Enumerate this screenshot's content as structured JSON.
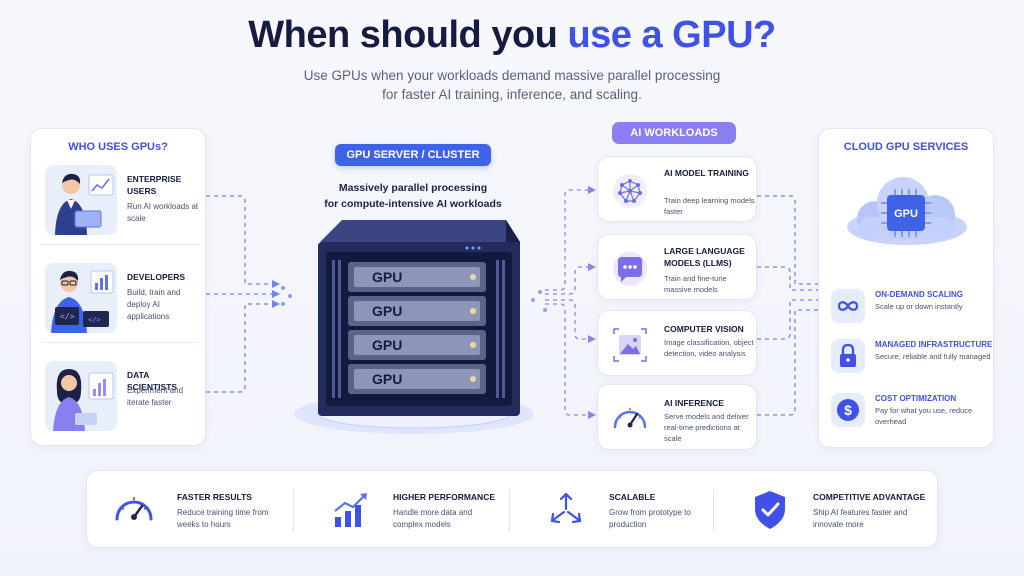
{
  "header": {
    "title_part1": "When should you ",
    "title_accent": "use a GPU?",
    "subtitle_line1": "Use GPUs when your workloads demand massive parallel processing",
    "subtitle_line2": "for faster AI training, inference, and scaling."
  },
  "who_uses": {
    "title": "WHO USES GPUs?",
    "items": [
      {
        "title": "ENTERPRISE USERS",
        "desc": "Run AI workloads at scale",
        "icon": "enterprise-user-illustration"
      },
      {
        "title": "DEVELOPERS",
        "desc": "Build, train and deploy AI applications",
        "icon": "developer-illustration"
      },
      {
        "title": "DATA SCIENTISTS",
        "desc": "Experiment and iterate faster",
        "icon": "data-scientist-illustration"
      }
    ]
  },
  "gpu_server": {
    "pill": "GPU SERVER / CLUSTER",
    "desc_line1": "Massively parallel processing",
    "desc_line2": "for compute-intensive AI workloads",
    "unit_labels": [
      "GPU",
      "GPU",
      "GPU",
      "GPU"
    ]
  },
  "ai_workloads": {
    "title": "AI WORKLOADS",
    "items": [
      {
        "title": "AI MODEL TRAINING",
        "desc": "Train deep learning models faster",
        "icon": "brain-network-icon"
      },
      {
        "title": "LARGE LANGUAGE MODELS (LLMs)",
        "desc": "Train and fine-tune massive models",
        "icon": "chat-bubble-icon"
      },
      {
        "title": "COMPUTER VISION",
        "desc": "Image classification, object detection, video analysis",
        "icon": "image-icon"
      },
      {
        "title": "AI INFERENCE",
        "desc": "Serve models and deliver real-time predictions at scale",
        "icon": "speedometer-icon"
      }
    ]
  },
  "cloud_services": {
    "title": "CLOUD GPU SERVICES",
    "cloud_label": "GPU",
    "items": [
      {
        "title": "ON-DEMAND SCALING",
        "desc": "Scale up or down instantly",
        "icon": "infinity-icon"
      },
      {
        "title": "MANAGED INFRASTRUCTURE",
        "desc": "Secure, reliable and fully managed",
        "icon": "lock-icon"
      },
      {
        "title": "COST OPTIMIZATION",
        "desc": "Pay for what you use, reduce overhead",
        "icon": "dollar-icon"
      }
    ]
  },
  "benefits": [
    {
      "title": "FASTER RESULTS",
      "desc": "Reduce training time from weeks to hours",
      "icon": "gauge-icon"
    },
    {
      "title": "HIGHER PERFORMANCE",
      "desc": "Handle more data and complex models",
      "icon": "bar-chart-up-icon"
    },
    {
      "title": "SCALABLE",
      "desc": "Grow from prototype to production",
      "icon": "scale-arrows-icon"
    },
    {
      "title": "COMPETITIVE ADVANTAGE",
      "desc": "Ship AI features faster and innovate more",
      "icon": "shield-check-icon"
    }
  ],
  "colors": {
    "primary": "#3f51e6",
    "pill_blue": "#3f63e8",
    "pill_purple": "#8a7ff0",
    "server_dark": "#1f2750"
  }
}
